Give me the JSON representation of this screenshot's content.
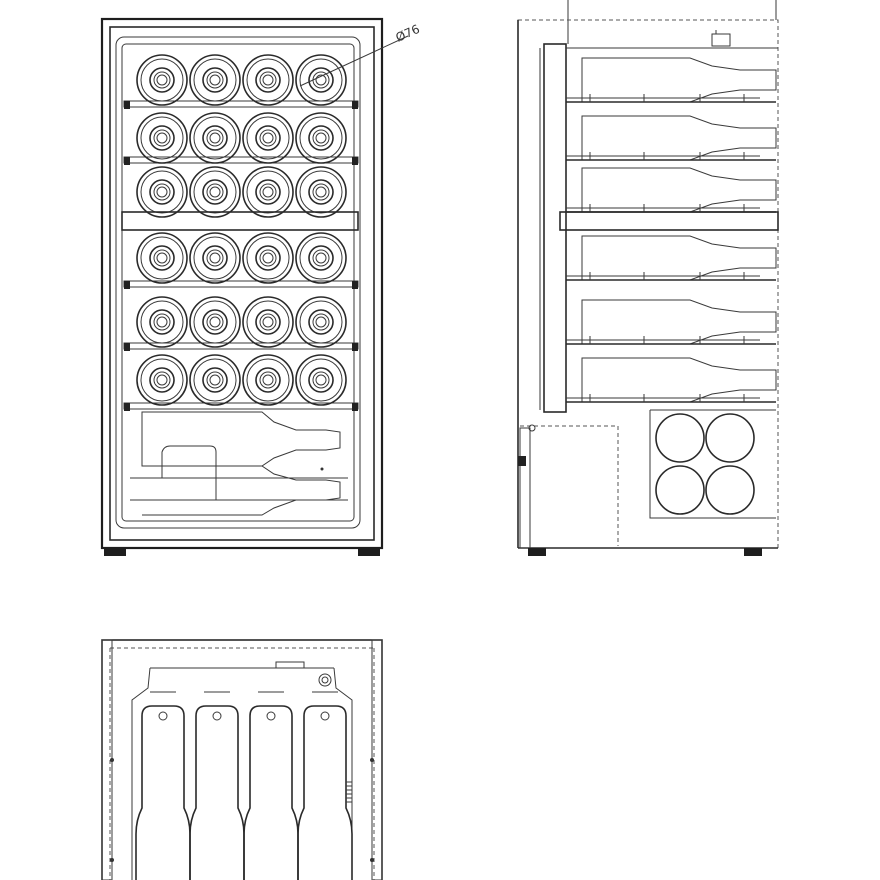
{
  "diagram": {
    "annotations": {
      "bottle_diameter": "Ø76"
    },
    "front_view": {
      "bottle_rows": 6,
      "bottles_per_row": 4
    },
    "side_view": {
      "shelves": 6,
      "bottom_bottles": 4
    },
    "top_view": {
      "bottle_slots": 4
    }
  }
}
